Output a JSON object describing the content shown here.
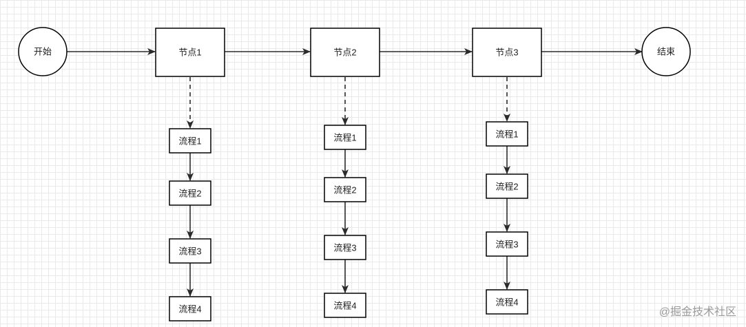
{
  "diagram": {
    "start_label": "开始",
    "end_label": "结束",
    "nodes": [
      {
        "label": "节点1",
        "steps": [
          "流程1",
          "流程2",
          "流程3",
          "流程4"
        ]
      },
      {
        "label": "节点2",
        "steps": [
          "流程1",
          "流程2",
          "流程3",
          "流程4"
        ]
      },
      {
        "label": "节点3",
        "steps": [
          "流程1",
          "流程2",
          "流程3",
          "流程4"
        ]
      }
    ]
  },
  "watermark": "@掘金技术社区"
}
